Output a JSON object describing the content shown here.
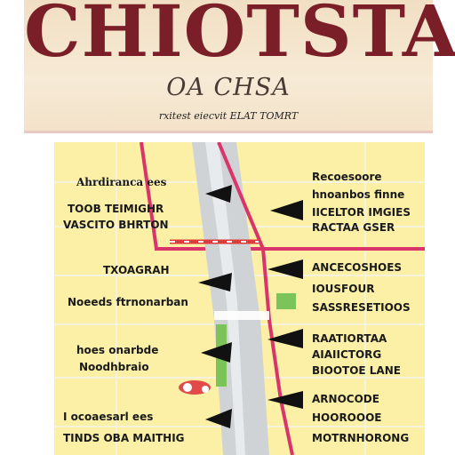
{
  "header": {
    "title": "CHIOTSTA",
    "subtitle": "OA CHSA",
    "tagline": "rxitest eiecvit ELAT TOMRT"
  },
  "left_labels": [
    {
      "text": "Ahrdiranca ees"
    },
    {
      "text": "TOOB TEIMIGHR"
    },
    {
      "text": "VASCITO BHRTON"
    },
    {
      "text": "TXOAGRAH"
    },
    {
      "text": "Noeeds ftrnonarban"
    },
    {
      "text": "hoes onarbde"
    },
    {
      "text": "Noodhbraio"
    },
    {
      "text": "I ocoaesarl ees"
    },
    {
      "text": "TINDS OBA MAITHIG"
    }
  ],
  "right_labels": [
    {
      "text": "Recoesoore"
    },
    {
      "text": "hnoanbos finne"
    },
    {
      "text": "IICELTOR IMGIES"
    },
    {
      "text": "RACTAA GSER"
    },
    {
      "text": "ANCECOSHOES"
    },
    {
      "text": "IOUSFOUR"
    },
    {
      "text": "SASSRESETIOOS"
    },
    {
      "text": "RAATIORTAA"
    },
    {
      "text": "AIAIICTORG"
    },
    {
      "text": "BIOOTOE LANE"
    },
    {
      "text": "ARNOCODE"
    },
    {
      "text": "HOOROOOE"
    },
    {
      "text": "MOTRNHORONG"
    }
  ],
  "colors": {
    "accent": "#d9356a",
    "title": "#7a1f28",
    "map_background": "#fbf0a6",
    "street": "#cfd3d6",
    "park": "#7cc35a"
  },
  "icons": [
    "arrow-pointer-icon"
  ]
}
